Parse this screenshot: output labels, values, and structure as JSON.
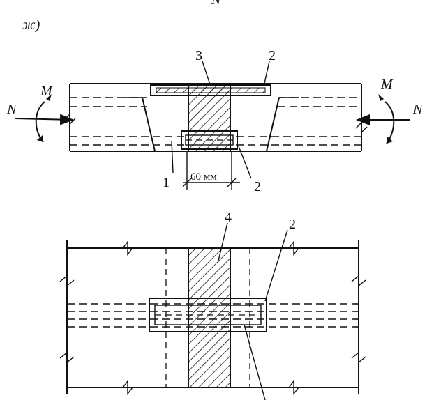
{
  "figure_label": "ж)",
  "top_cut_text": "N",
  "labels": {
    "load_moment": "M",
    "load_force": "N",
    "callout_1": "1",
    "callout_2": "2",
    "callout_3": "3",
    "callout_4": "4",
    "dimension": "60 мм"
  }
}
